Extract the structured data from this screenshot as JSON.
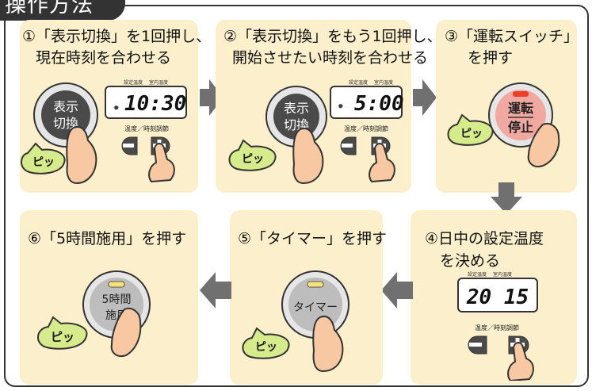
{
  "header": {
    "title": "操作方法"
  },
  "steps": [
    {
      "line1": "①「表示切換」を1回押し、",
      "line2": "現在時刻を合わせる",
      "lcd": "10:30",
      "lcd_label1": "設定温度",
      "lcd_label2": "室内温度",
      "button_line1": "表示",
      "button_line2": "切換",
      "adjust_label": "温度／時刻調節",
      "sound": "ピッ"
    },
    {
      "line1": "②「表示切換」をもう1回押し、",
      "line2": "開始させたい時刻を合わせる",
      "lcd": "5:00",
      "lcd_label1": "設定温度",
      "lcd_label2": "室内温度",
      "button_line1": "表示",
      "button_line2": "切換",
      "adjust_label": "温度／時刻調節",
      "sound": "ピッ"
    },
    {
      "line1": "③「運転スイッチ」",
      "line2": "を押す",
      "button_line1": "運転",
      "button_line2": "停止",
      "sound": "ピッ"
    },
    {
      "line1": "④日中の設定温度",
      "line2": "を決める",
      "lcd": "20  15",
      "lcd_label1": "設定温度",
      "lcd_label2": "室内温度",
      "adjust_label": "温度／時刻調節"
    },
    {
      "line1": "⑤「タイマー」を押す",
      "button_line1": "タイマー",
      "sound": "ピッ"
    },
    {
      "line1": "⑥「5時間施用」を押す",
      "button_line1": "5時間",
      "button_line2": "施用",
      "sound": "ピッ"
    }
  ],
  "colors": {
    "panel": "#fbefcc",
    "arrow": "#707070",
    "button_dark": "#4a4a4a",
    "button_red": "#f0a8a0",
    "led_red": "#e8402a",
    "led_yellow": "#f4e27a",
    "bubble": "#d6ec8c"
  }
}
